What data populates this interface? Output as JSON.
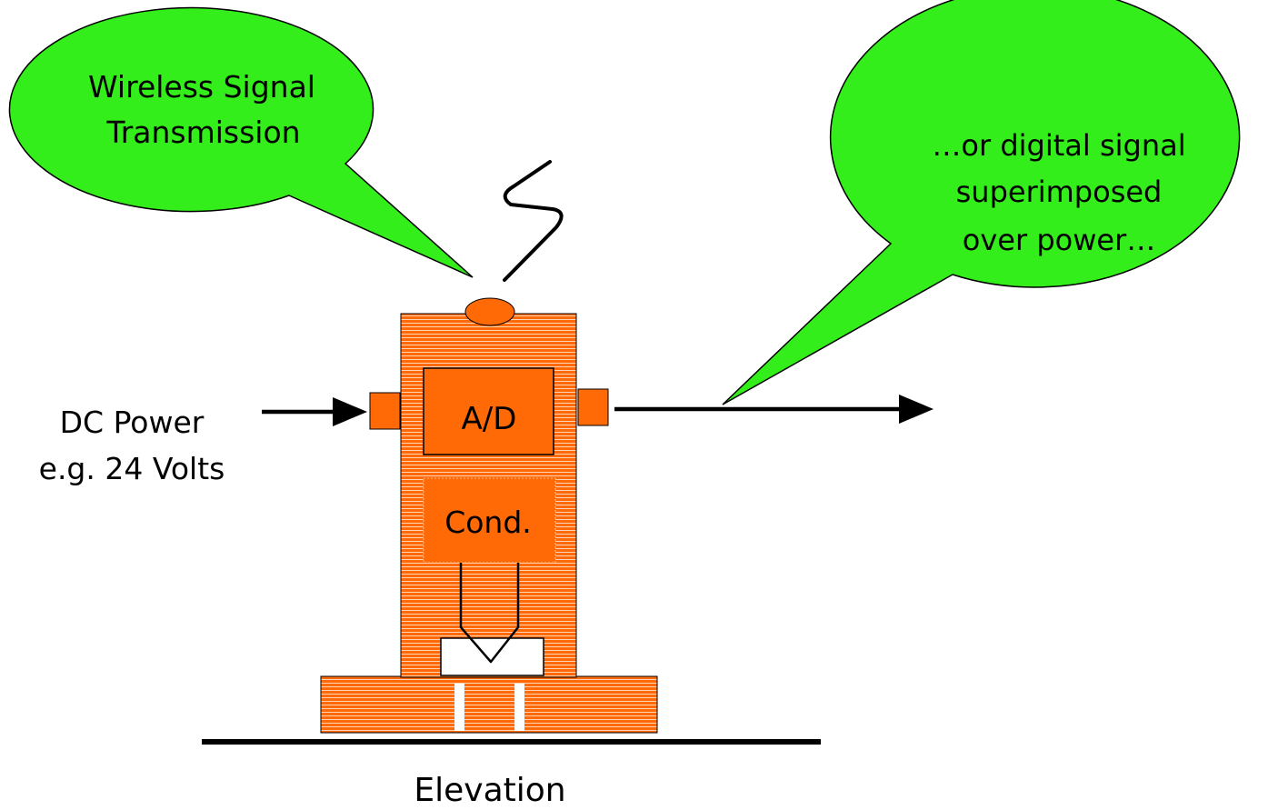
{
  "bubbles": {
    "left_line1": "Wireless Signal",
    "left_line2": "Transmission",
    "right_line1": "…or digital signal",
    "right_line2": "superimposed",
    "right_line3": "over power…"
  },
  "labels": {
    "power_line1": "DC Power",
    "power_line2": "e.g. 24 Volts",
    "ad": "A/D",
    "cond": "Cond.",
    "caption": "Elevation"
  },
  "colors": {
    "bubble": "#33ee1a",
    "device": "#ff6a06",
    "stripe": "#ffffff",
    "line": "#000000"
  }
}
